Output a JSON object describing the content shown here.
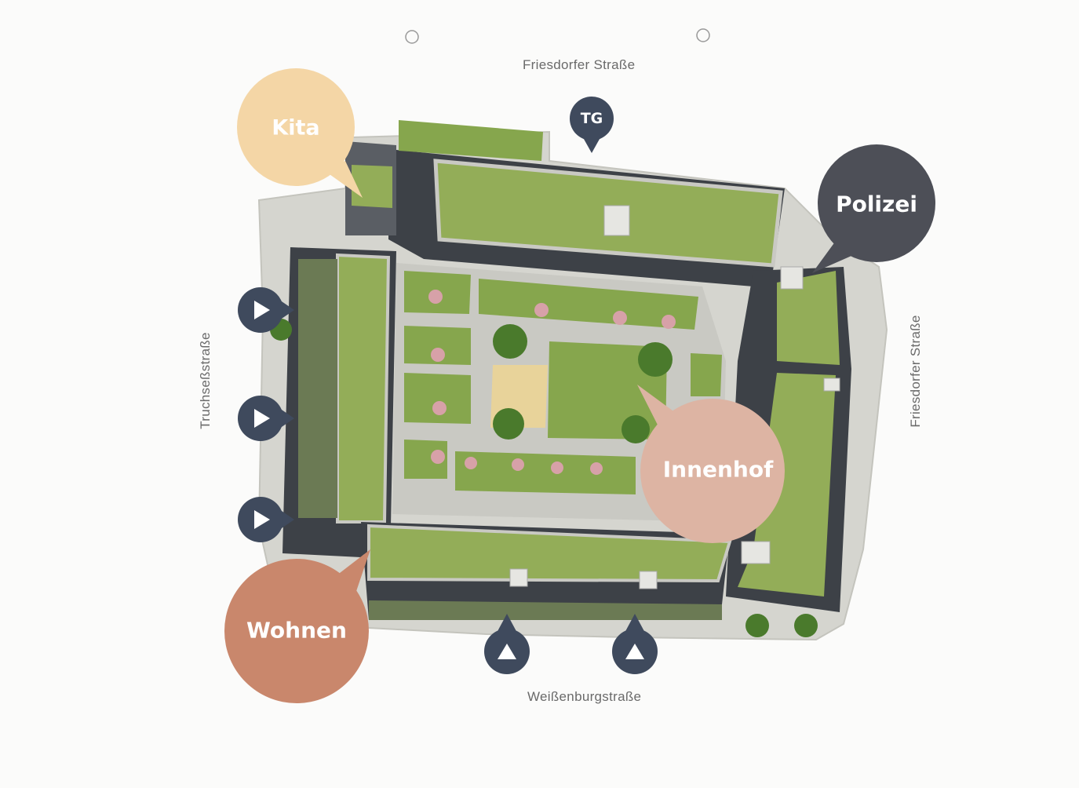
{
  "streets": {
    "top": "Friesdorfer Straße",
    "right": "Friesdorfer Straße",
    "bottom": "Weißenburgstraße",
    "left": "Truchseßstraße"
  },
  "bubbles": {
    "kita": "Kita",
    "polizei": "Polizei",
    "innenhof": "Innenhof",
    "wohnen": "Wohnen"
  },
  "markers": {
    "tg": "TG"
  },
  "colors": {
    "kita": "#f4d6a6",
    "polizei": "#4d4f57",
    "innenhof": "#ddb4a3",
    "wohnen": "#c9876c",
    "marker": "#3f4a5d",
    "roof_green": "#93ad58",
    "courtyard_green": "#86a64d",
    "paving": "#c9c9c3",
    "building_dark": "#3d4147",
    "sandbox": "#e8d39a",
    "tree": "#4a7a2c",
    "blossom_tree": "#d7a1a8"
  },
  "icons": {
    "entrance_left": "play-arrow-icon",
    "entrance_bottom": "up-triangle-icon"
  }
}
